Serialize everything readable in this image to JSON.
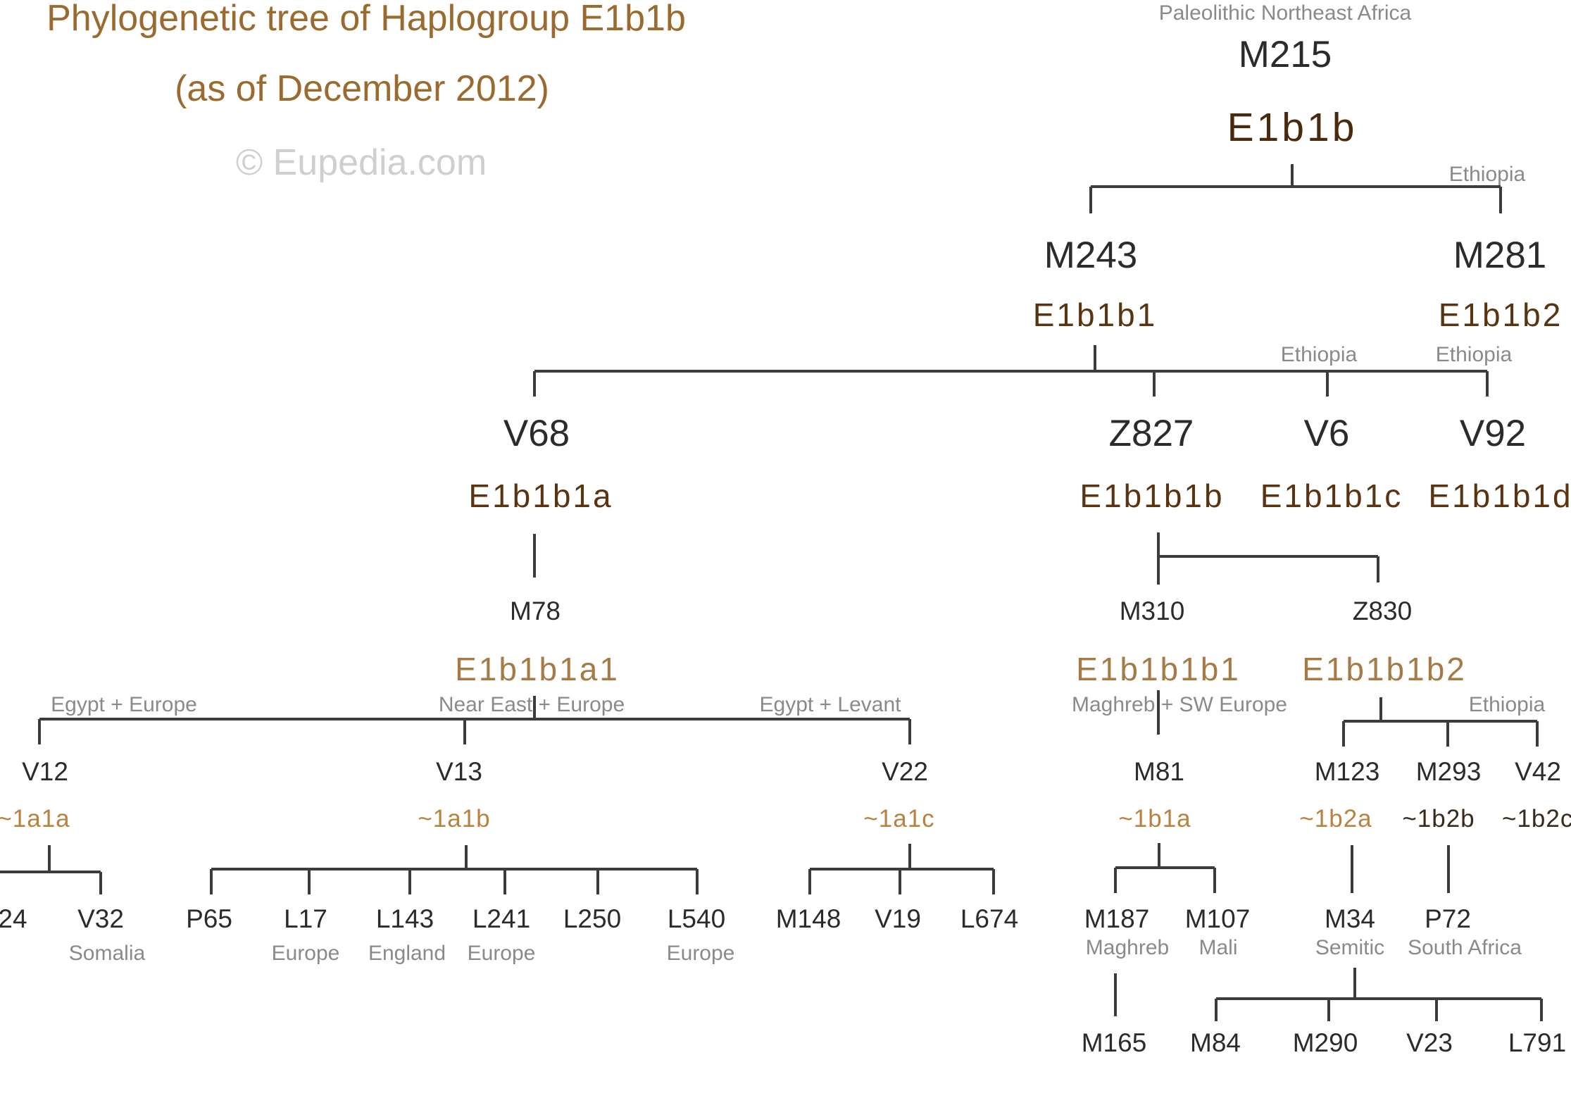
{
  "title": {
    "line1": "Phylogenetic tree of Haplogroup E1b1b",
    "line2": "(as of December 2012)",
    "watermark": "© Eupedia.com"
  },
  "root": {
    "region": "Paleolithic Northeast Africa",
    "snp": "M215",
    "clade": "E1b1b"
  },
  "level1": {
    "m243": {
      "snp": "M243",
      "clade": "E1b1b1"
    },
    "m281": {
      "snp": "M281",
      "clade": "E1b1b2",
      "region": "Ethiopia"
    }
  },
  "level2": {
    "v68": {
      "snp": "V68",
      "clade": "E1b1b1a"
    },
    "z827": {
      "snp": "Z827",
      "clade": "E1b1b1b"
    },
    "v6": {
      "snp": "V6",
      "clade": "E1b1b1c",
      "region": "Ethiopia"
    },
    "v92": {
      "snp": "V92",
      "clade": "E1b1b1d",
      "region": "Ethiopia"
    }
  },
  "v68_branch": {
    "m78": {
      "snp": "M78",
      "clade": "E1b1b1a1"
    },
    "v12": {
      "snp": "V12",
      "clade": "~1a1a",
      "region": "Egypt + Europe"
    },
    "v13": {
      "snp": "V13",
      "clade": "~1a1b",
      "region": "Near East + Europe"
    },
    "v22": {
      "snp": "V22",
      "clade": "~1a1c",
      "region": "Egypt + Levant"
    },
    "v12_children": [
      {
        "snp": "24",
        "region": ""
      },
      {
        "snp": "V32",
        "region": "Somalia"
      }
    ],
    "v13_children": [
      {
        "snp": "P65",
        "region": ""
      },
      {
        "snp": "L17",
        "region": "Europe"
      },
      {
        "snp": "L143",
        "region": "England"
      },
      {
        "snp": "L241",
        "region": "Europe"
      },
      {
        "snp": "L250",
        "region": ""
      },
      {
        "snp": "L540",
        "region": "Europe"
      }
    ],
    "v22_children": [
      {
        "snp": "M148"
      },
      {
        "snp": "V19"
      },
      {
        "snp": "L674"
      }
    ]
  },
  "z827_branch": {
    "m310": {
      "snp": "M310",
      "clade": "E1b1b1b1",
      "region": "Maghreb + SW Europe"
    },
    "z830": {
      "snp": "Z830",
      "clade": "E1b1b1b2",
      "region": "Ethiopia"
    },
    "m81": {
      "snp": "M81",
      "clade": "~1b1a"
    },
    "m81_children": [
      {
        "snp": "M187",
        "region": "Maghreb"
      },
      {
        "snp": "M107",
        "region": "Mali"
      }
    ],
    "m165": {
      "snp": "M165"
    },
    "z830_children": [
      {
        "snp": "M123",
        "clade": "~1b2a"
      },
      {
        "snp": "M293",
        "clade": "~1b2b"
      },
      {
        "snp": "V42",
        "clade": "~1b2c"
      }
    ],
    "m34": {
      "snp": "M34",
      "region": "Semitic"
    },
    "p72": {
      "snp": "P72",
      "region": "South Africa"
    },
    "m34_children": [
      {
        "snp": "M84"
      },
      {
        "snp": "M290"
      },
      {
        "snp": "V23"
      },
      {
        "snp": "L791"
      }
    ]
  },
  "colors": {
    "title": "#9a6a2e",
    "snp_text": "#2b2b2b",
    "clade_dark": "#5a3410",
    "clade_tan": "#a67a46",
    "region_text": "#8a8a8a",
    "lines": "#3c3c3c",
    "watermark": "#cfcfcf"
  }
}
